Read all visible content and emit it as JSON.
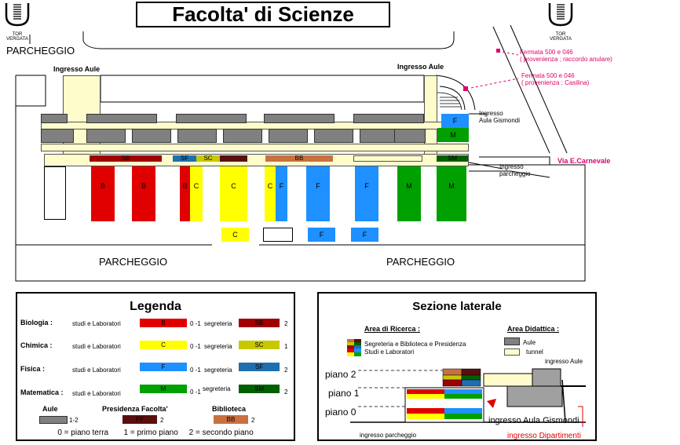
{
  "header": {
    "title": "Facolta' di Scienze",
    "logo_left": "TOR VERGATA",
    "logo_right": "TOR VERGATA"
  },
  "map": {
    "parcheggio_top": "PARCHEGGIO",
    "parcheggio_left": "PARCHEGGIO",
    "parcheggio_right": "PARCHEGGIO",
    "ingresso_aule_left": "Ingresso Aule",
    "ingresso_aule_right": "Ingresso Aule",
    "ingresso_gismondi_1": "Ingresso",
    "ingresso_gismondi_2": "Aula Gismondi",
    "ingresso_parcheggio_1": "Ingresso",
    "ingresso_parcheggio_2": "parcheggio",
    "via": "Via E.Carnevale",
    "fermata1_line1": "Fermata   500 e 046",
    "fermata1_line2": "( provenienza  ;  raccordo  anulare)",
    "fermata2_line1": "Fermata 500 e  046",
    "fermata2_line2": "( provenienza  :  Casilina)",
    "strip_labels": [
      "SB",
      "SF",
      "SC",
      "BB",
      "SM"
    ],
    "blocks": [
      "B",
      "B",
      "B",
      "C",
      "C",
      "C",
      "F",
      "F",
      "F",
      "M",
      "M"
    ],
    "east_blocks": [
      "F",
      "M"
    ],
    "lower_blocks": [
      "C",
      "F",
      "F"
    ],
    "colors": {
      "biologia": "#e00000",
      "chimica": "#ffff00",
      "fisica": "#1e90ff",
      "matematica": "#00a000",
      "corridor": "#fffccc",
      "pink": "#e0006e"
    }
  },
  "legend": {
    "title": "Legenda",
    "rows": [
      {
        "dept": "Biologia :",
        "desc": "studi e Laboratori",
        "code": "B",
        "floors": "0 -1",
        "seg": "segreteria",
        "seg_code": "SB",
        "seg_floor": "2"
      },
      {
        "dept": "Chimica :",
        "desc": "studi e Laboratori",
        "code": "C",
        "floors": "0 -1",
        "seg": "segreteria",
        "seg_code": "SC",
        "seg_floor": "1"
      },
      {
        "dept": "Fisica :",
        "desc": "studi e Laboratori",
        "code": "F",
        "floors": "0 -1",
        "seg": "segreteria",
        "seg_code": "SF",
        "seg_floor": "2"
      },
      {
        "dept": "Matematica :",
        "desc": "studi e Laboratori",
        "code": "M",
        "floors": "0 -1",
        "seg": "segreteria",
        "seg_code": "SM",
        "seg_floor": "2"
      }
    ],
    "aule_title": "Aule",
    "aule_floor": "1-2",
    "presidenza_title": "Presidenza Facolta'",
    "presidenza_code": "PF",
    "presidenza_floor": "2",
    "biblioteca_title": "Biblioteca",
    "biblioteca_code": "BB",
    "biblioteca_floor": "2",
    "footer": "0 = piano terra       1 = primo piano     2 = secondo piano"
  },
  "section": {
    "title": "Sezione laterale",
    "ricerca": "Area di Ricerca :",
    "didattica": "Area Didattica :",
    "item1": "Segreteria  e  Biblioteca  e  Presidenza",
    "item2": "Studi  e  Laboratori",
    "aule": "Aule",
    "tunnel": "tunnel",
    "ingresso_aule": "ingresso    Aule",
    "piano2": "piano 2",
    "piano1": "piano 1",
    "piano0": "piano 0",
    "ingresso_parcheggio": "ingresso    parcheggio",
    "ingresso_gismondi": "ingresso  Aula  Gismondi",
    "ingresso_dipartimenti": "ingresso Dipartimenti"
  }
}
